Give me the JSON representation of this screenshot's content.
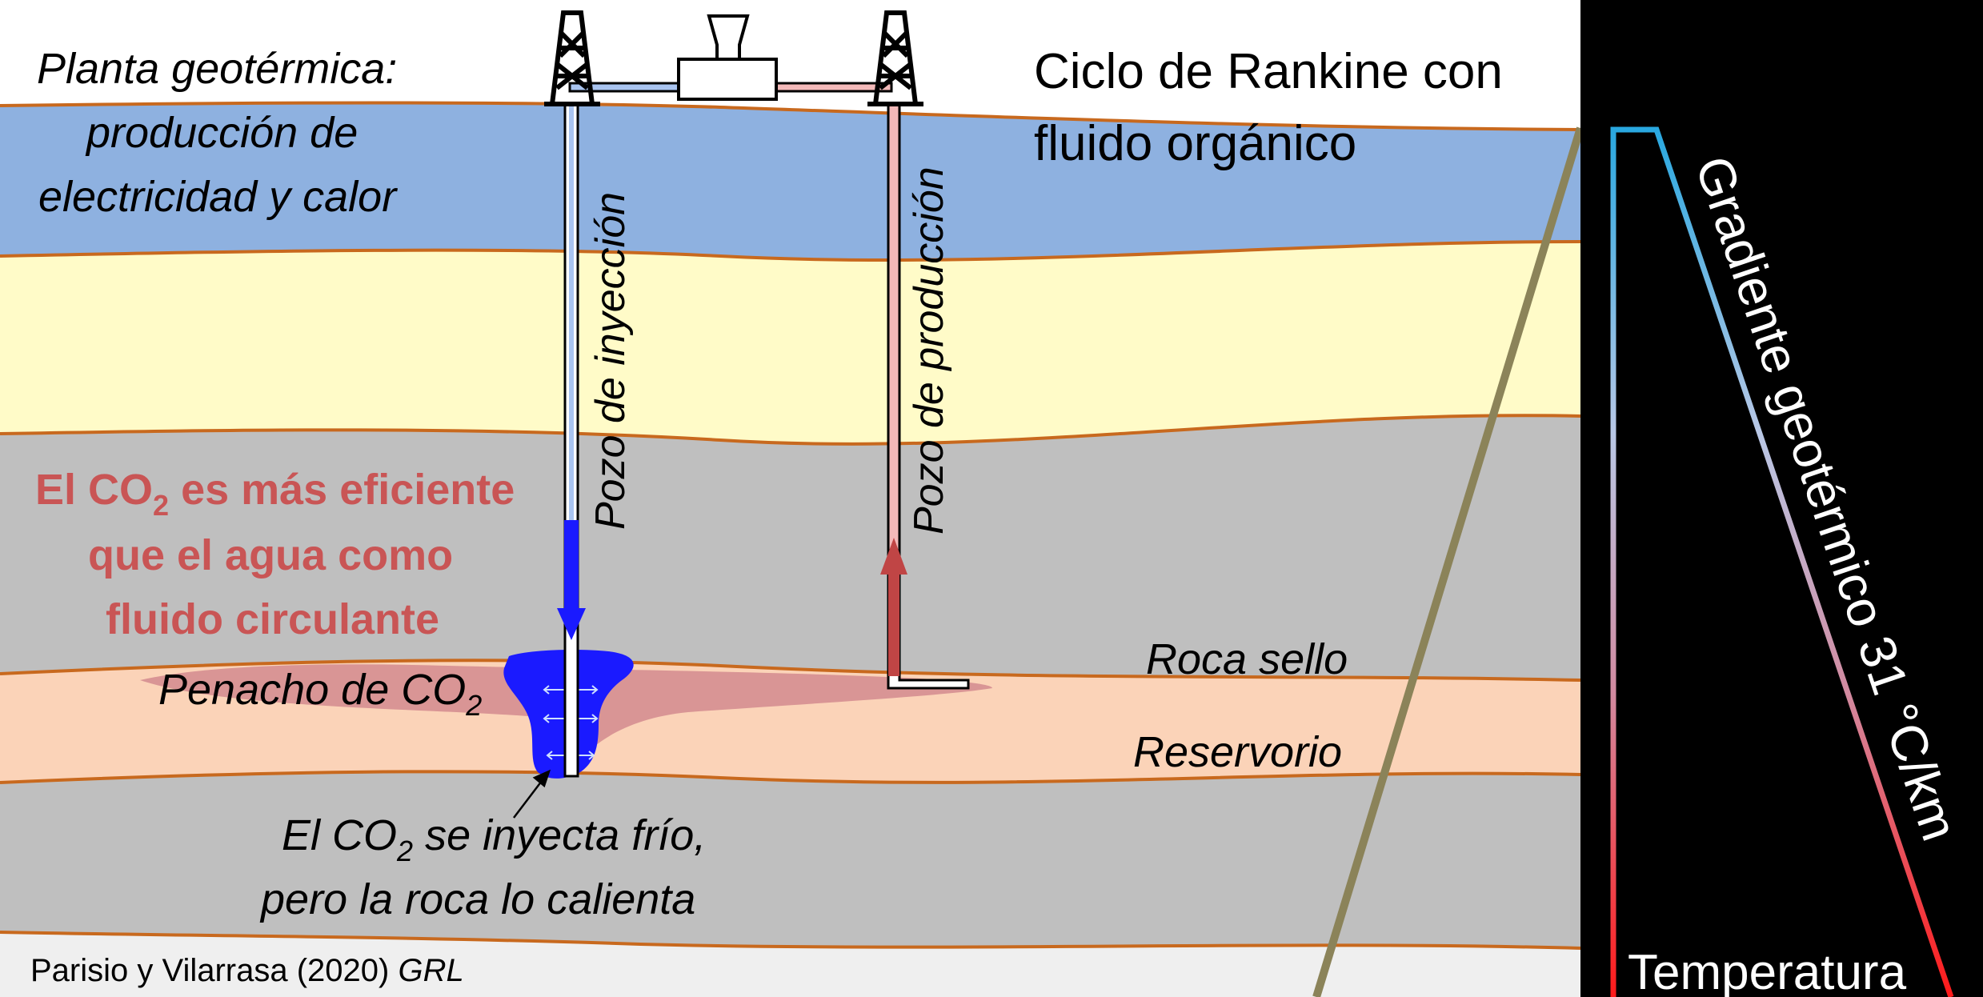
{
  "title_left": {
    "line1": "Planta geotérmica:",
    "line2": "producción de",
    "line3": "electricidad y calor"
  },
  "title_right": {
    "line1": "Ciclo de Rankine con",
    "line2": "fluido orgánico"
  },
  "wells": {
    "injection_label": "Pozo de inyección",
    "production_label": "Pozo de producción"
  },
  "co2_note": {
    "line1_pre": "El CO",
    "line1_sub": "2",
    "line1_post": " es más eficiente",
    "line2": "que el agua como",
    "line3": "fluido circulante"
  },
  "plume": {
    "pre": "Penacho de CO",
    "sub": "2"
  },
  "layers": {
    "seal": "Roca sello",
    "reservoir": "Reservorio"
  },
  "injection_note": {
    "line1_pre": "El CO",
    "line1_sub": "2",
    "line1_post": " se inyecta frío,",
    "line2": "pero la roca lo calienta"
  },
  "citation": {
    "authors": "Parisio y Vilarrasa (2020) ",
    "journal": "GRL"
  },
  "gradient": {
    "label": "Gradiente geotérmico 31 °C/km",
    "axis_label": "Temperatura"
  },
  "colors": {
    "sky": "#ffffff",
    "blue_layer": "#8eb1e0",
    "yellow_layer": "#fffbc8",
    "gray_layer": "#bfbfbf",
    "reservoir": "#fbd3b8",
    "plume": "#d99595",
    "co2_blue": "#1a1aff",
    "boundary": "#c8691e",
    "fault": "#8b8359",
    "note_red": "#c95555",
    "hot": "#ff1a1a",
    "cold": "#29a8e0"
  }
}
